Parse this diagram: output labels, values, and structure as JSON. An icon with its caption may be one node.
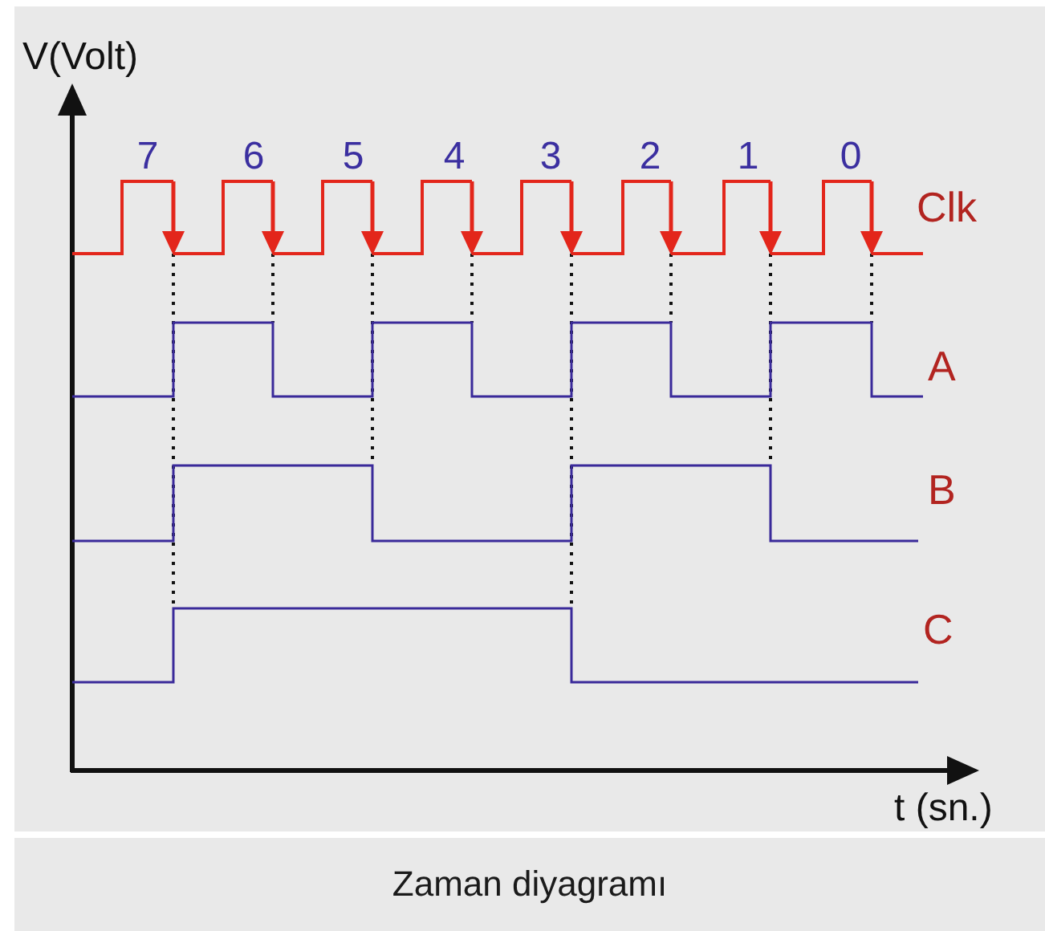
{
  "diagram": {
    "caption": "Zaman diyagramı",
    "labels": [
      "V(Volt)",
      "7",
      "6",
      "5",
      "4",
      "3",
      "2",
      "1",
      "0",
      "Clk",
      "A",
      "B",
      "C",
      "t (sn.)"
    ]
  }
}
